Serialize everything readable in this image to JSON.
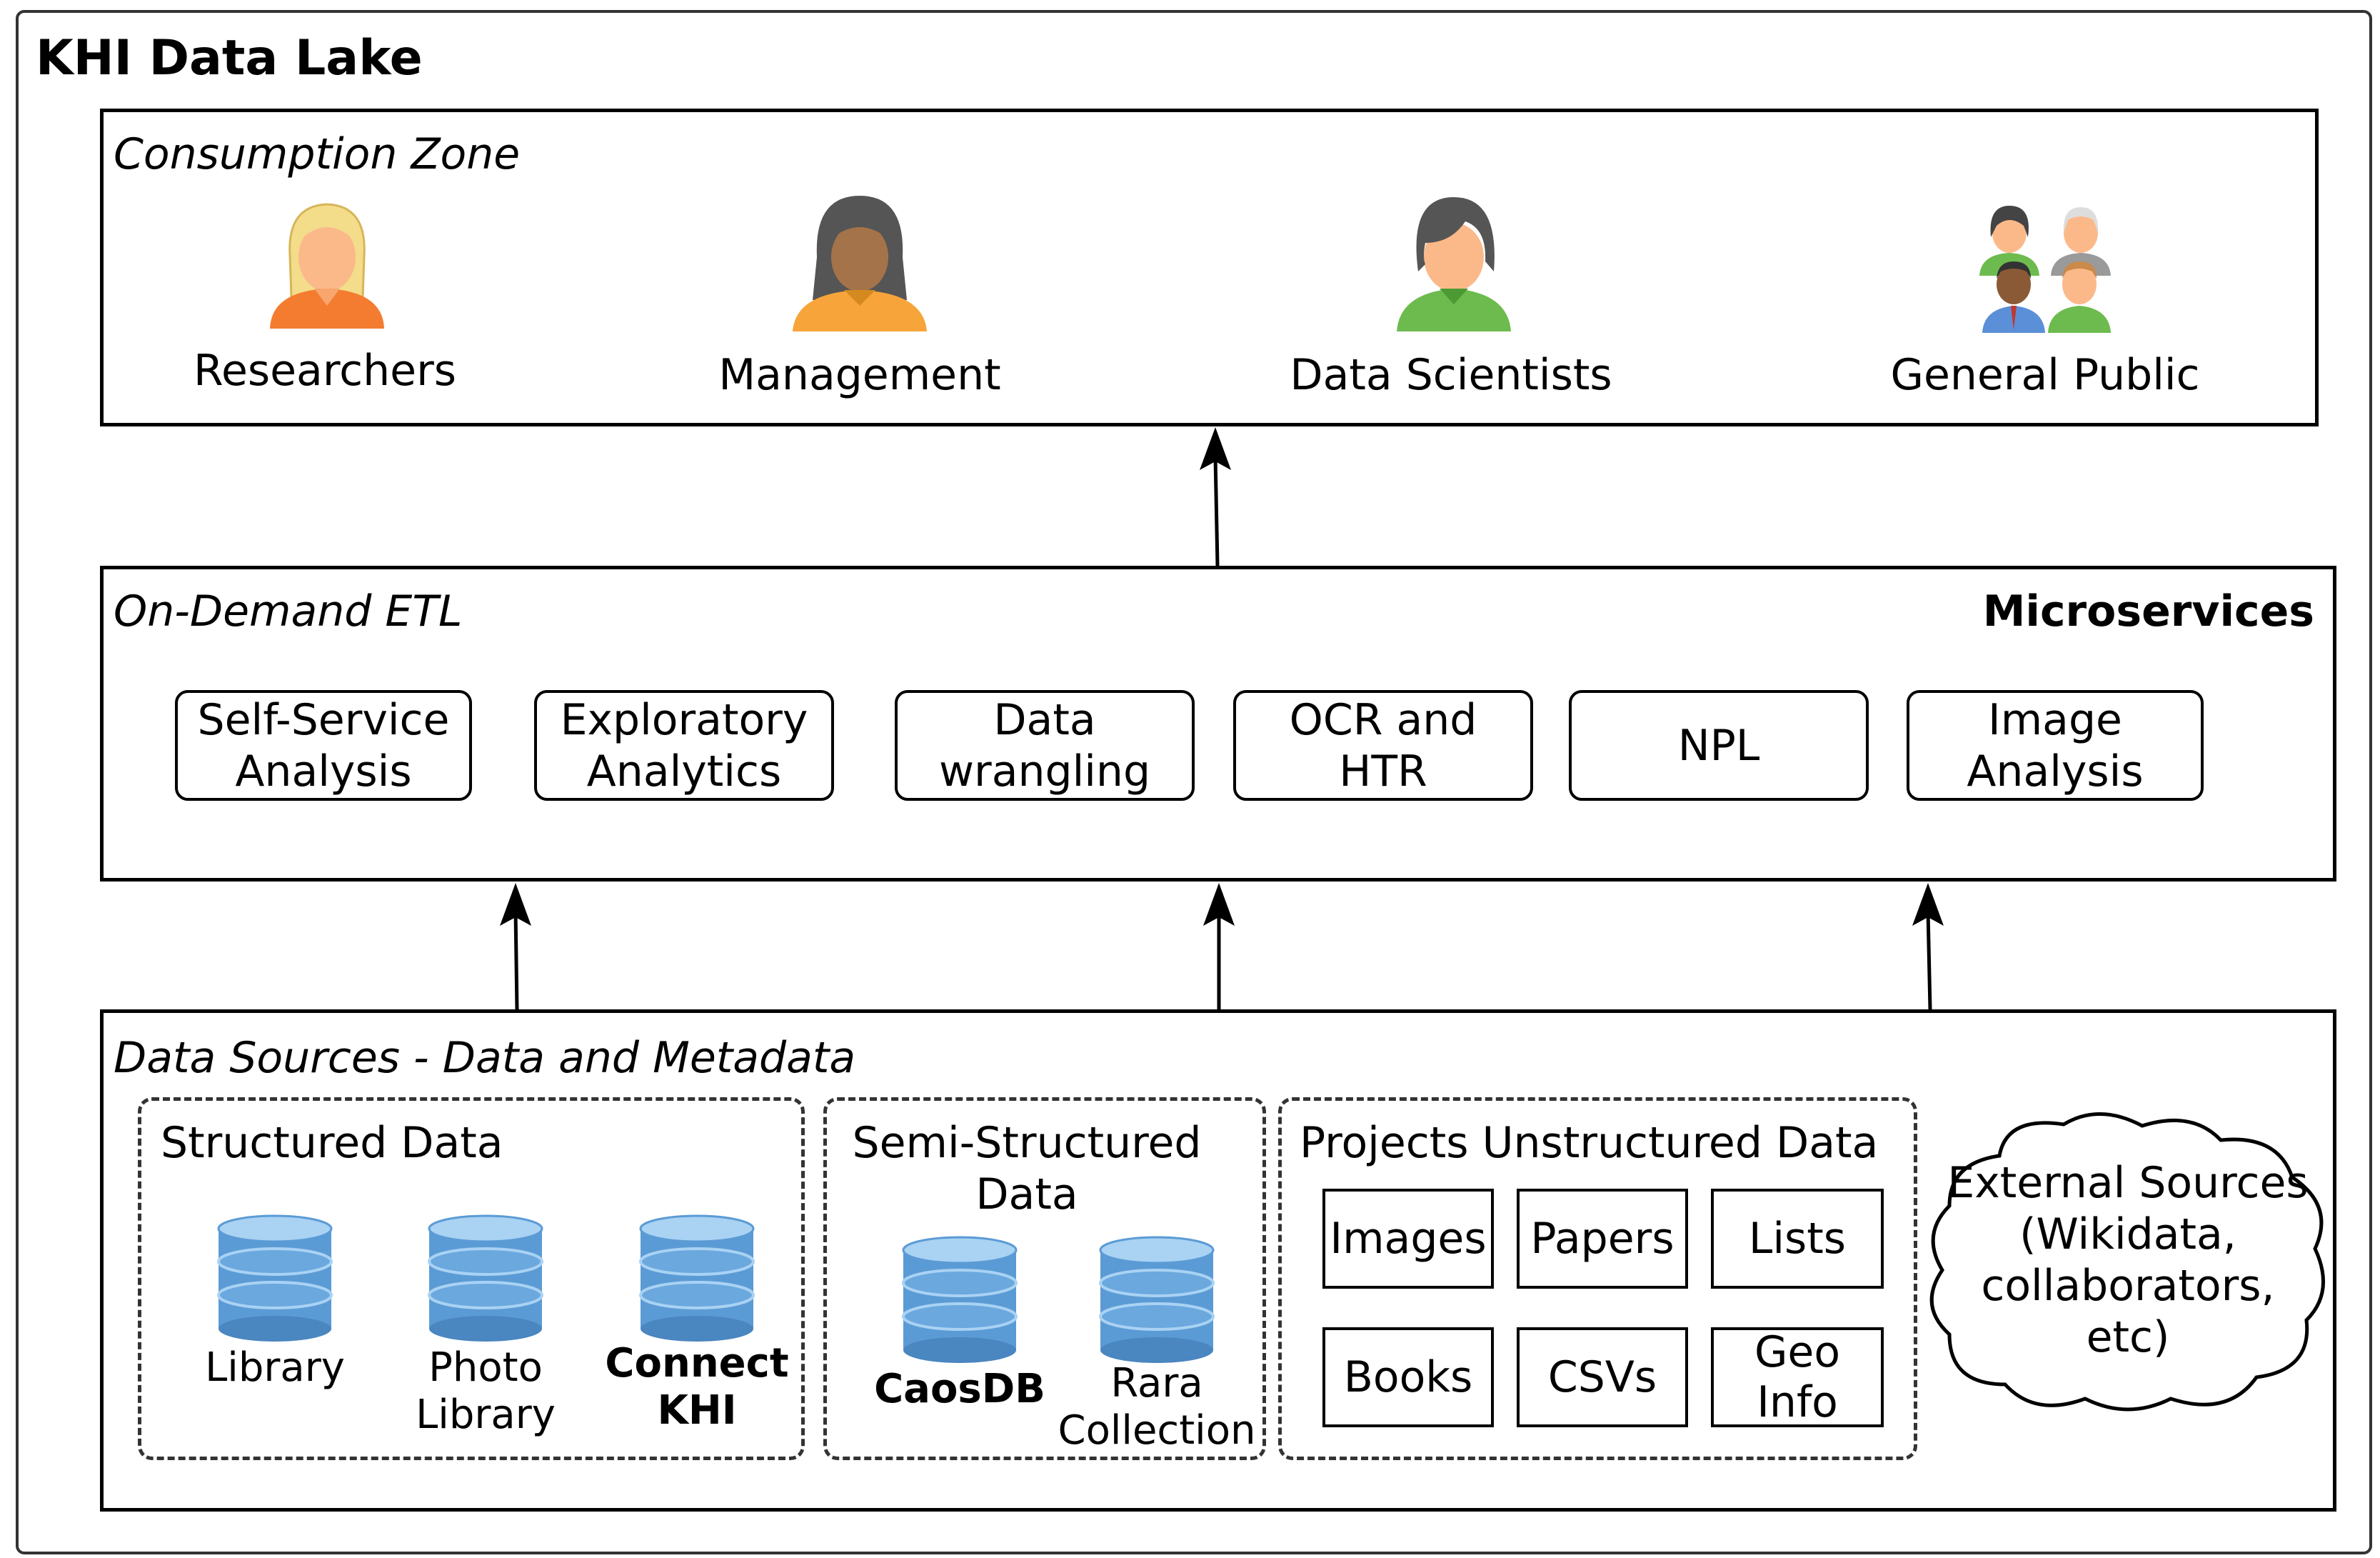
{
  "title": "KHI Data Lake",
  "consumption": {
    "title": "Consumption Zone",
    "users": [
      {
        "label": "Researchers",
        "icon": "researcher-icon"
      },
      {
        "label": "Management",
        "icon": "manager-icon"
      },
      {
        "label": "Data Scientists",
        "icon": "data-scientist-icon"
      },
      {
        "label": "General Public",
        "icon": "group-icon"
      }
    ]
  },
  "etl": {
    "title": "On-Demand ETL",
    "label": "Microservices",
    "services": [
      "Self-Service\nAnalysis",
      "Exploratory\nAnalytics",
      "Data\nwrangling",
      "OCR and\nHTR",
      "NPL",
      "Image\nAnalysis"
    ]
  },
  "sources": {
    "title": "Data Sources - Data and Metadata",
    "structured": {
      "title": "Structured Data",
      "dbs": [
        "Library",
        "Photo\nLibrary",
        "Connect\nKHI"
      ]
    },
    "semi": {
      "title": "Semi-Structured\nData",
      "dbs": [
        "CaosDB",
        "Rara\nCollection"
      ]
    },
    "unstructured": {
      "title": "Projects Unstructured Data",
      "items": [
        "Images",
        "Papers",
        "Lists",
        "Books",
        "CSVs",
        "Geo\nInfo"
      ]
    },
    "external": "External Sources\n(Wikidata,\ncollaborators,\netc)"
  },
  "colors": {
    "db_blue": "#5b9bd5",
    "db_light": "#a9d2f3",
    "researcher_orange": "#f47c30",
    "manager_orange": "#f7a53a",
    "scientist_green": "#6dbb4f"
  }
}
